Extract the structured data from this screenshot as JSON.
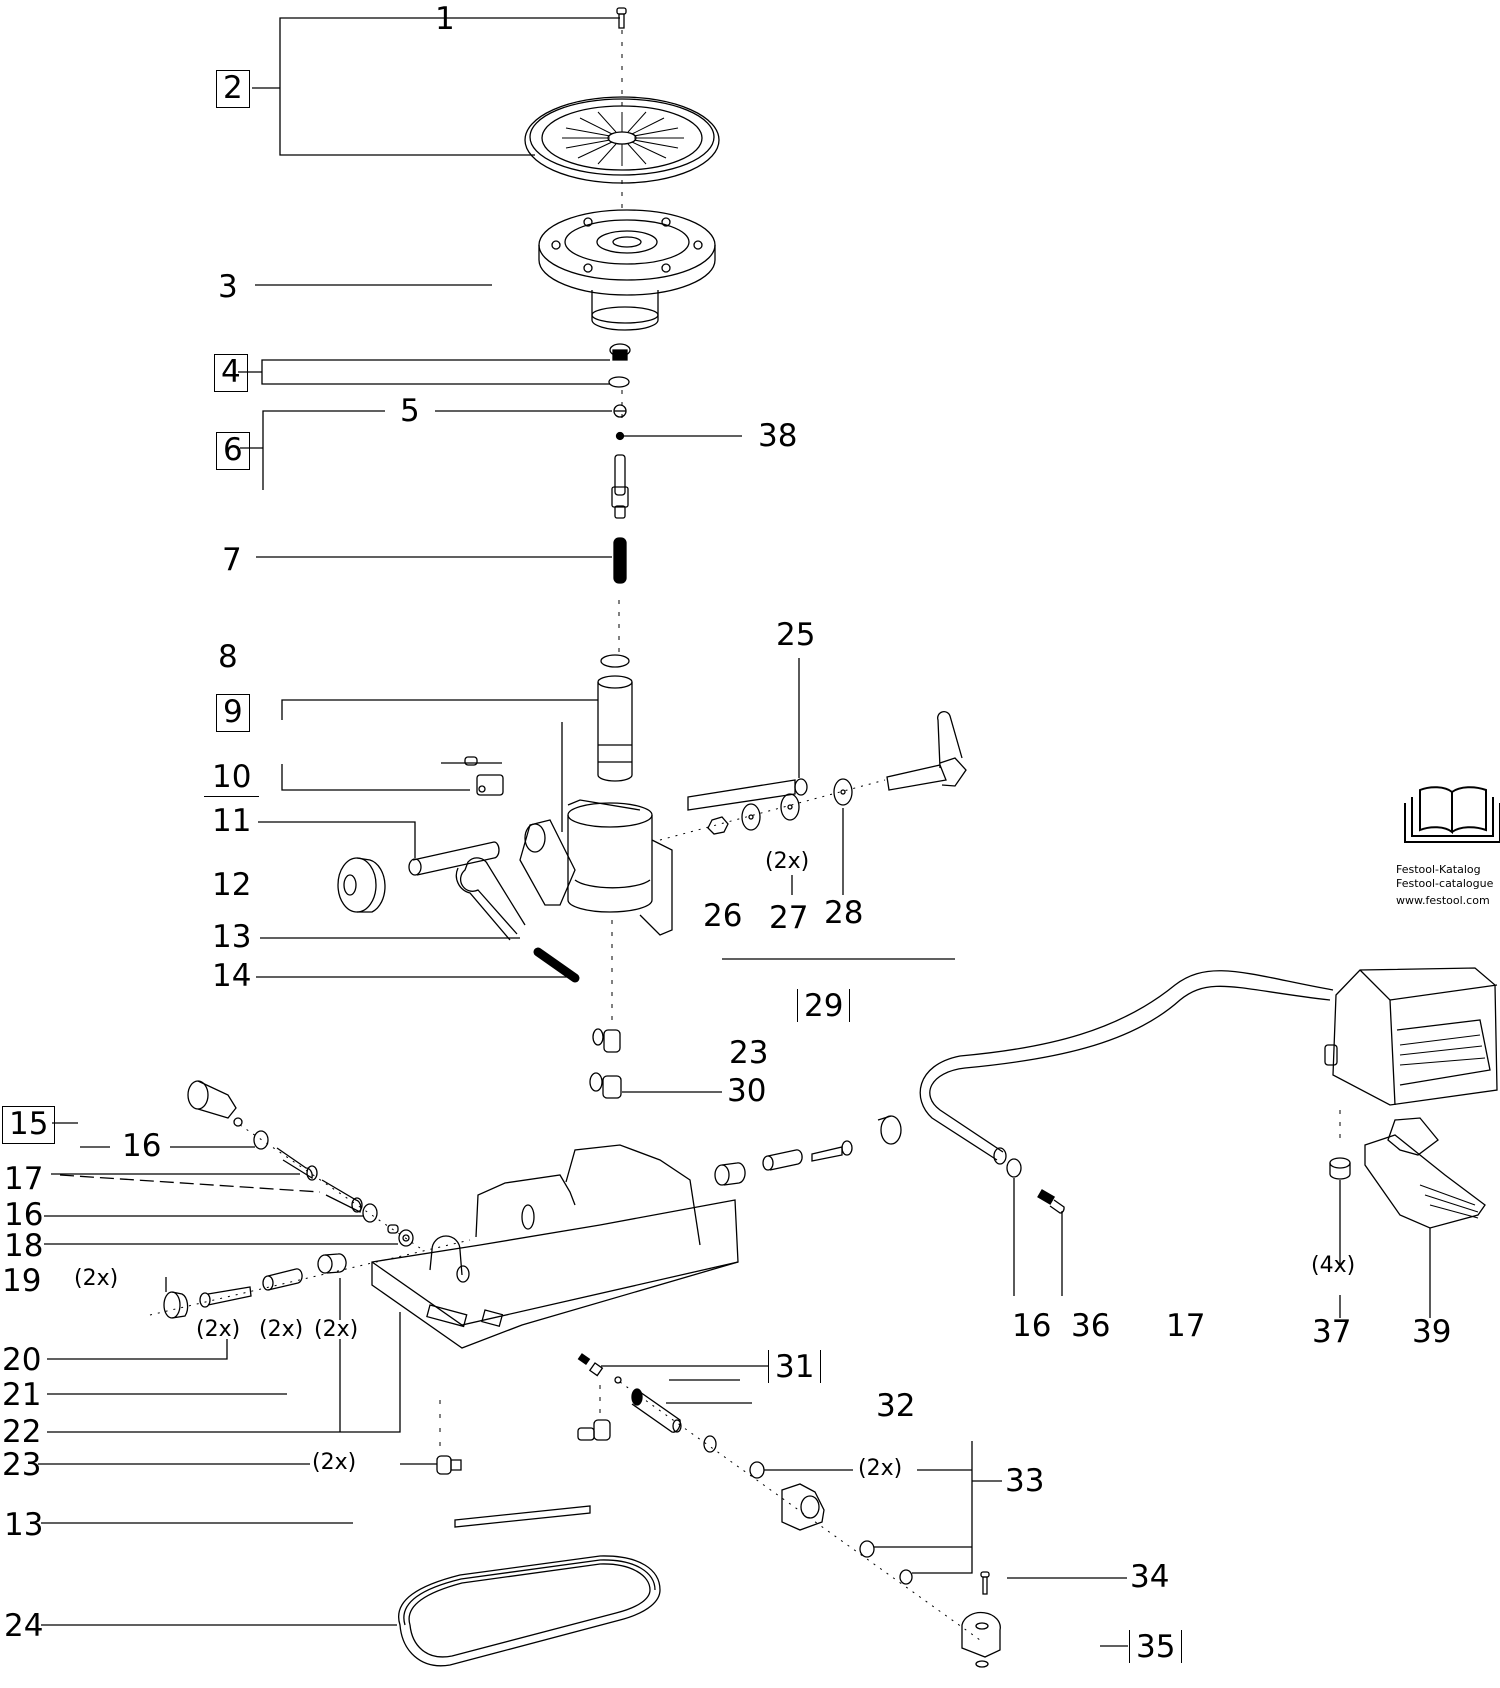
{
  "title": "Festool exploded parts diagram",
  "callouts": [
    {
      "id": "1",
      "label": "1"
    },
    {
      "id": "2",
      "label": "2",
      "style": "boxed"
    },
    {
      "id": "3",
      "label": "3"
    },
    {
      "id": "4",
      "label": "4",
      "style": "boxed"
    },
    {
      "id": "5",
      "label": "5"
    },
    {
      "id": "6",
      "label": "6",
      "style": "boxed"
    },
    {
      "id": "7",
      "label": "7"
    },
    {
      "id": "8",
      "label": "8"
    },
    {
      "id": "9",
      "label": "9",
      "style": "boxed"
    },
    {
      "id": "10",
      "label": "10",
      "style": "underlined"
    },
    {
      "id": "11",
      "label": "11"
    },
    {
      "id": "12",
      "label": "12"
    },
    {
      "id": "13a",
      "label": "13"
    },
    {
      "id": "14",
      "label": "14"
    },
    {
      "id": "15",
      "label": "15",
      "style": "boxed"
    },
    {
      "id": "16a",
      "label": "16"
    },
    {
      "id": "17a",
      "label": "17"
    },
    {
      "id": "16b",
      "label": "16"
    },
    {
      "id": "18",
      "label": "18"
    },
    {
      "id": "19",
      "label": "19"
    },
    {
      "id": "20",
      "label": "20"
    },
    {
      "id": "21",
      "label": "21"
    },
    {
      "id": "22",
      "label": "22"
    },
    {
      "id": "23a",
      "label": "23"
    },
    {
      "id": "13b",
      "label": "13"
    },
    {
      "id": "24",
      "label": "24"
    },
    {
      "id": "25",
      "label": "25"
    },
    {
      "id": "26",
      "label": "26"
    },
    {
      "id": "27",
      "label": "27"
    },
    {
      "id": "28",
      "label": "28"
    },
    {
      "id": "29",
      "label": "29",
      "style": "boxed"
    },
    {
      "id": "23b",
      "label": "23"
    },
    {
      "id": "30",
      "label": "30"
    },
    {
      "id": "31",
      "label": "31",
      "style": "boxed"
    },
    {
      "id": "32",
      "label": "32"
    },
    {
      "id": "33",
      "label": "33"
    },
    {
      "id": "34",
      "label": "34"
    },
    {
      "id": "35",
      "label": "35",
      "style": "boxed"
    },
    {
      "id": "16c",
      "label": "16"
    },
    {
      "id": "36",
      "label": "36"
    },
    {
      "id": "17b",
      "label": "17"
    },
    {
      "id": "37",
      "label": "37"
    },
    {
      "id": "38",
      "label": "38"
    },
    {
      "id": "39",
      "label": "39"
    }
  ],
  "quantities": {
    "q27": "(2x)",
    "q19": "(2x)",
    "q20": "(2x)",
    "q21": "(2x)",
    "q22": "(2x)",
    "q23": "(2x)",
    "q33": "(2x)",
    "q37": "(4x)"
  },
  "catalog_badge": {
    "icon": "book-icon",
    "line1": "Festool-Katalog",
    "line2": "Festool-catalogue",
    "line3": "www.festool.com"
  }
}
